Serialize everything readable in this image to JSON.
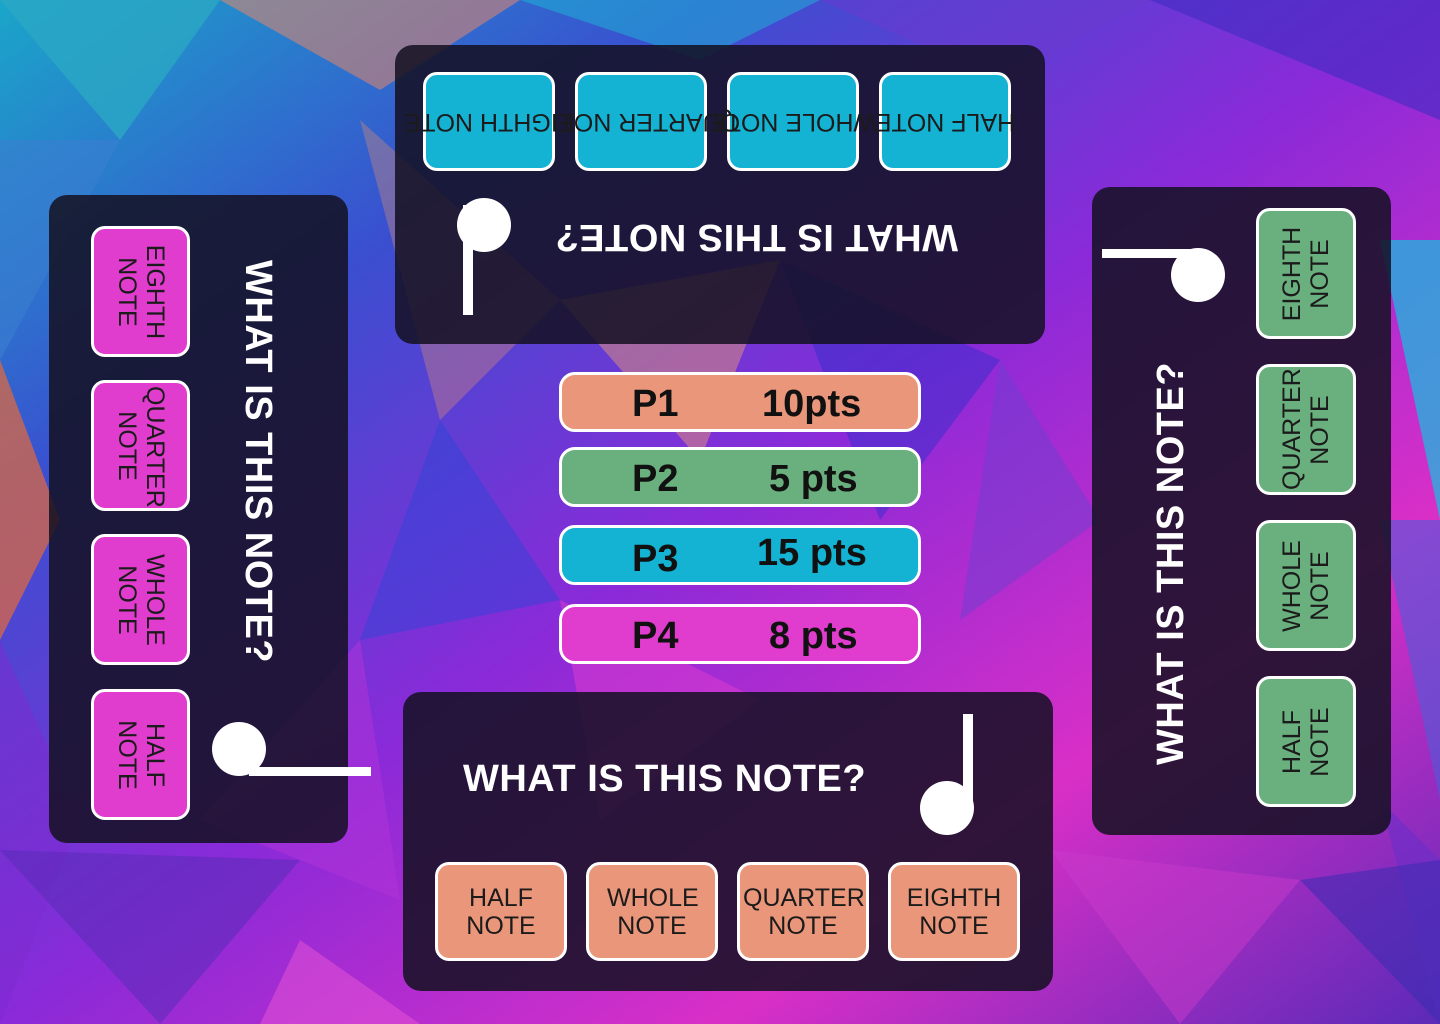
{
  "colors": {
    "orange": "#e9967a",
    "green": "#6aaf7e",
    "blue": "#14b2d3",
    "magenta": "#e03ccd"
  },
  "question": "WHAT IS THIS NOTE?",
  "panels": {
    "top": {
      "note_icon": "half-note-icon",
      "answers": [
        "HALF NOTE",
        "WHOLE NOTE",
        "QUARTER NOTE",
        "EIGHTH NOTE"
      ]
    },
    "bottom": {
      "note_icon": "half-note-icon",
      "answers": [
        "HALF NOTE",
        "WHOLE NOTE",
        "QUARTER NOTE",
        "EIGHTH NOTE"
      ]
    },
    "left": {
      "note_icon": "half-note-icon",
      "answers": [
        "EIGHTH NOTE",
        "QUARTER NOTE",
        "WHOLE NOTE",
        "HALF NOTE"
      ]
    },
    "right": {
      "note_icon": "half-note-icon",
      "answers": [
        "EIGHTH NOTE",
        "QUARTER NOTE",
        "WHOLE NOTE",
        "HALF NOTE"
      ]
    }
  },
  "scoreboard": [
    {
      "player": "P1",
      "points": "10pts"
    },
    {
      "player": "P2",
      "points": "5 pts"
    },
    {
      "player": "P3",
      "points": "15 pts"
    },
    {
      "player": "P4",
      "points": "8 pts"
    }
  ]
}
